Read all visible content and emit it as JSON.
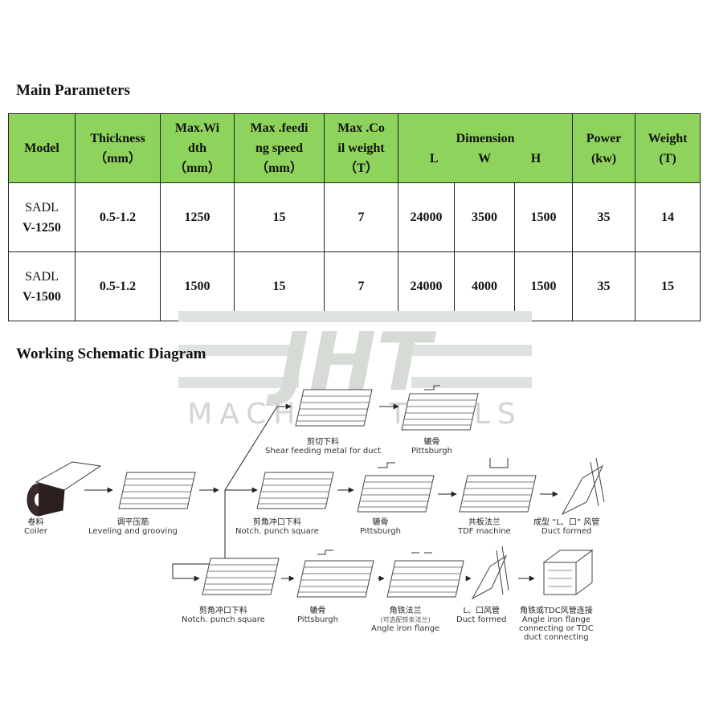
{
  "headings": {
    "main": "Main Parameters",
    "schematic": "Working Schematic Diagram"
  },
  "table": {
    "headers": {
      "model": "Model",
      "thickness_1": "Thickness",
      "thickness_2": "（mm）",
      "maxwidth_1": "Max.Wi",
      "maxwidth_2": "dth",
      "maxwidth_3": "（mm）",
      "speed_1": "Max .feedi",
      "speed_2": "ng speed",
      "speed_3": "（mm）",
      "coil_1": "Max .Co",
      "coil_2": "il weight",
      "coil_3": "（T）",
      "dimension": "Dimension",
      "dim_l": "L",
      "dim_w": "W",
      "dim_h": "H",
      "power_1": "Power",
      "power_2": "(kw)",
      "weight_1": "Weight",
      "weight_2": "(T)"
    },
    "rows": [
      {
        "model_1": "SADL",
        "model_2": "V-1250",
        "thickness": "0.5-1.2",
        "width": "1250",
        "speed": "15",
        "coil": "7",
        "l": "24000",
        "w": "3500",
        "h": "1500",
        "power": "35",
        "weight": "14"
      },
      {
        "model_1": "SADL",
        "model_2": "V-1500",
        "thickness": "0.5-1.2",
        "width": "1500",
        "speed": "15",
        "coil": "7",
        "l": "24000",
        "w": "4000",
        "h": "1500",
        "power": "35",
        "weight": "15"
      }
    ]
  },
  "watermark": {
    "logo": "JHT",
    "sub": "MACHINE TOOLS"
  },
  "diagram": {
    "coiler": {
      "zh": "卷料",
      "en": "Coiler"
    },
    "leveling": {
      "zh": "调平压筋",
      "en": "Leveling and grooving"
    },
    "shear": {
      "zh": "剪切下料",
      "en": "Shear feeding metal for duct"
    },
    "pitts_top": {
      "zh": "辘骨",
      "en": "Pittsburgh"
    },
    "notch_mid": {
      "zh": "剪角冲口下料",
      "en": "Notch. punch square"
    },
    "pitts_mid": {
      "zh": "辘骨",
      "en": "Pittsburgh"
    },
    "tdf": {
      "zh": "共板法兰",
      "en": "TDF  machine"
    },
    "duct_mid": {
      "zh": "成型 “L、口” 风管",
      "en": "Duct formed"
    },
    "notch_bot": {
      "zh": "剪角冲口下料",
      "en": "Notch. punch square"
    },
    "pitts_bot": {
      "zh": "辘骨",
      "en": "Pittsburgh"
    },
    "angle": {
      "zh": "角铁法兰",
      "sm": "(可选配铁条法兰)",
      "en": "Angle iron flange"
    },
    "duct_bot": {
      "zh": "L、口风管",
      "en": "Duct formed"
    },
    "connect": {
      "zh": "角铁或TDC风管连接",
      "en1": "Angle iron flange",
      "en2": "connecting or TDC",
      "en3": "duct connecting"
    }
  }
}
